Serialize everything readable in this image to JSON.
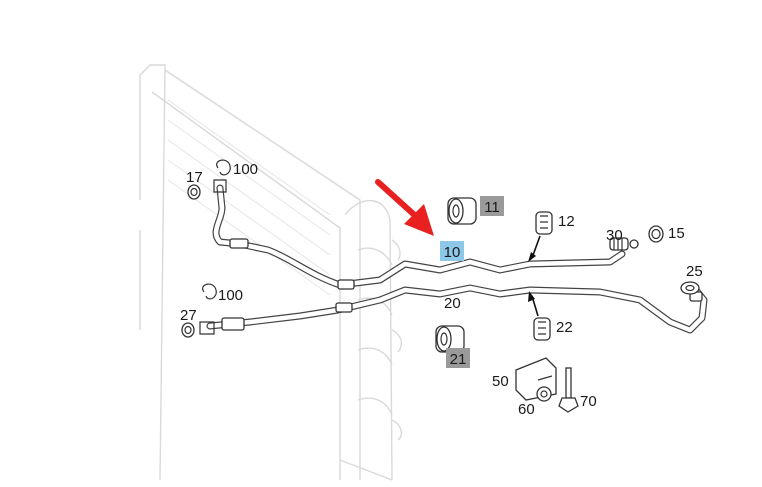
{
  "callouts": {
    "p17": "17",
    "p100a": "100",
    "p100b": "100",
    "p27": "27",
    "p10": "10",
    "p11": "11",
    "p12": "12",
    "p30": "30",
    "p15": "15",
    "p25": "25",
    "p20": "20",
    "p21": "21",
    "p22": "22",
    "p50": "50",
    "p60": "60",
    "p70": "70"
  },
  "colors": {
    "highlight_badge": "#8ec8e8",
    "gray_badge": "#9a9a9a",
    "pointer_arrow": "#e8201f",
    "line_art": "#333333",
    "ghost_radiator": "#d9d9d9"
  }
}
